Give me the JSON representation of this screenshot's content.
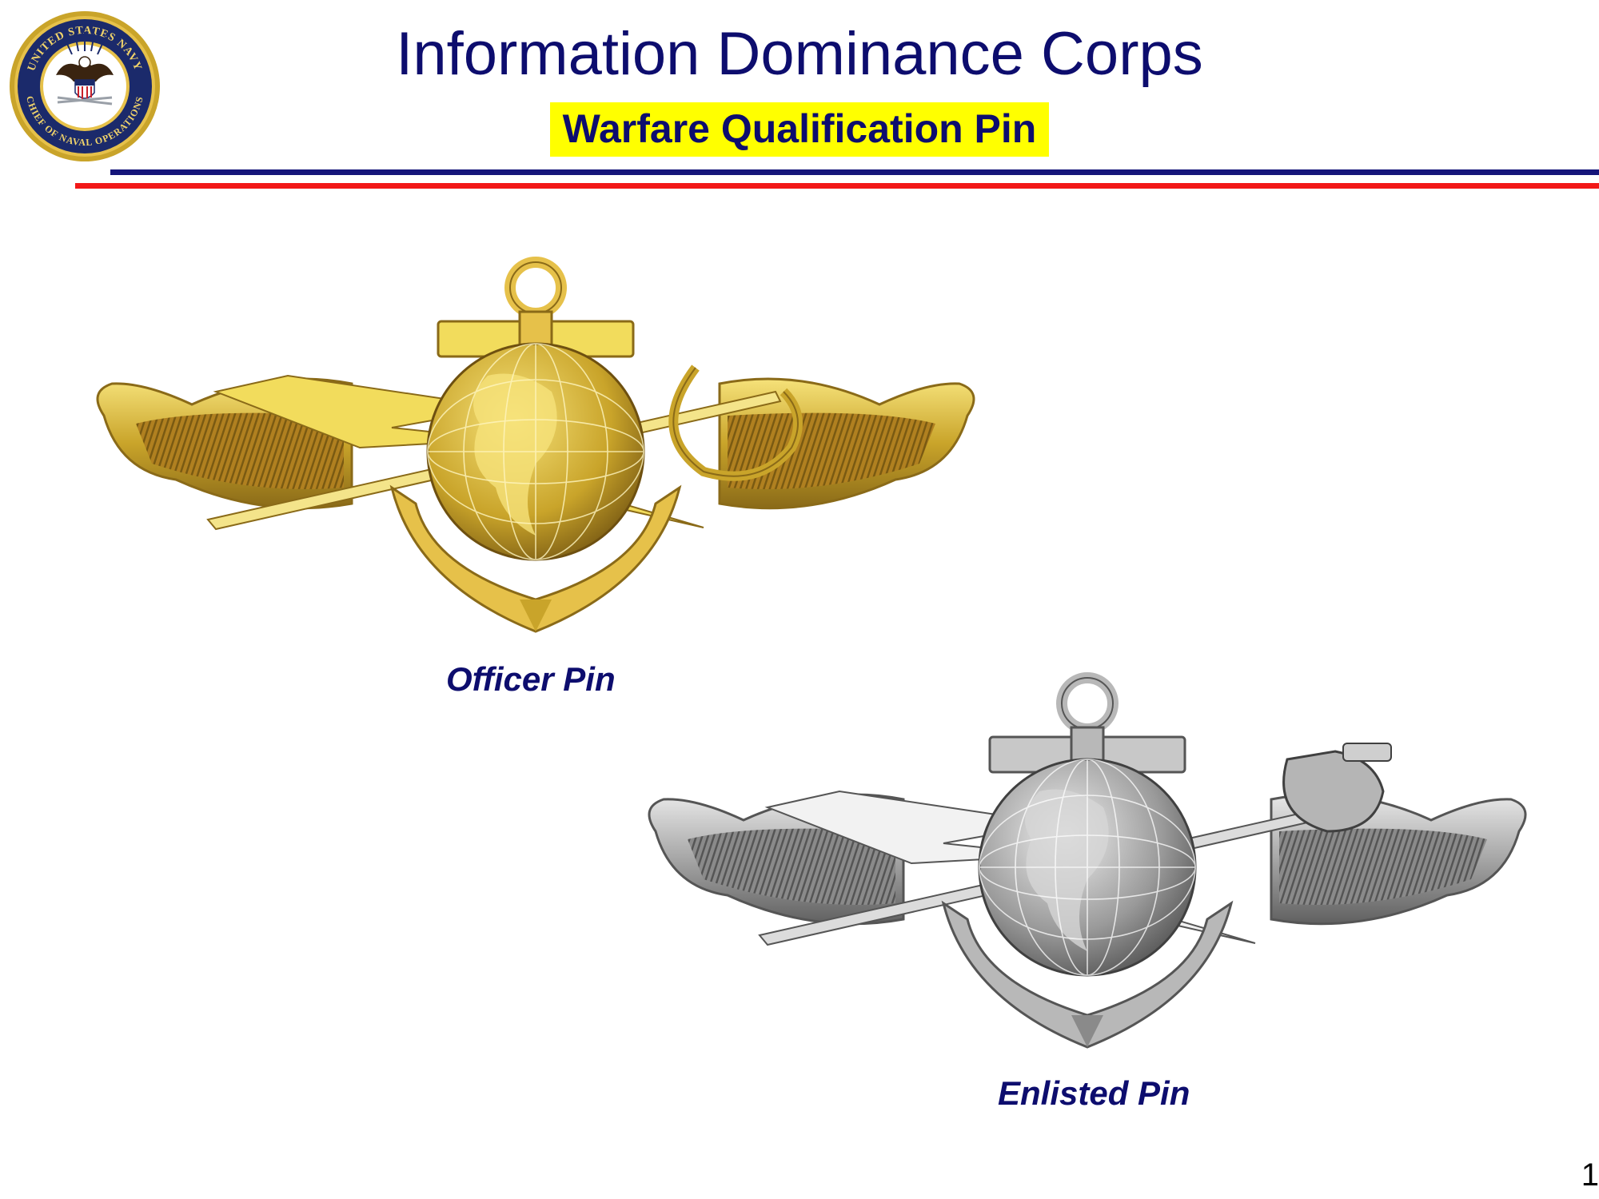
{
  "slide": {
    "title": "Information Dominance Corps",
    "subtitle": "Warfare Qualification Pin",
    "page_number": "1"
  },
  "seal": {
    "icon": "navy-seal-icon",
    "text_top": "UNITED STATES NAVY",
    "text_bottom": "CHIEF OF NAVAL OPERATIONS"
  },
  "pins": [
    {
      "caption": "Officer Pin",
      "finish": "gold",
      "icon": "warfare-pin-icon"
    },
    {
      "caption": "Enlisted Pin",
      "finish": "silver",
      "icon": "warfare-pin-icon"
    }
  ],
  "colors": {
    "navy": "#0d0d6e",
    "highlight": "#ffff00",
    "rule_blue": "#15157a",
    "rule_red": "#f21818",
    "gold_light": "#f2dc5c",
    "gold_mid": "#c9a42a",
    "gold_dark": "#7a5a12",
    "silver_light": "#e8e8e8",
    "silver_mid": "#a6a6a6",
    "silver_dark": "#555555"
  }
}
